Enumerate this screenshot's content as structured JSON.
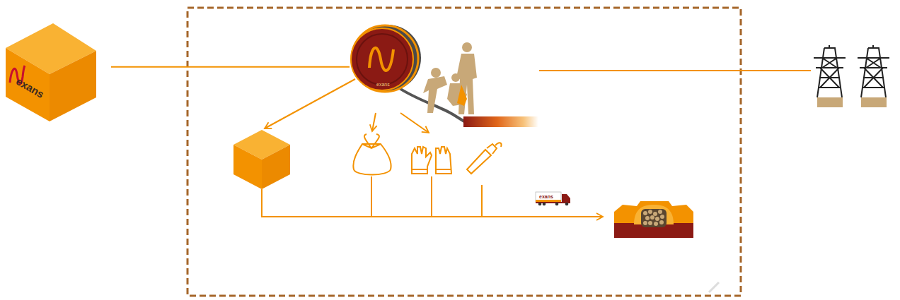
{
  "diagram": {
    "nodes": [
      {
        "text": [
          "exans"
        ]
      },
      {
        "text": [
          "exans"
        ]
      },
      {
        "text": [
          "exans"
        ]
      }
    ],
    "edges": [
      {
        "from": 0,
        "to": 1,
        "arrow": "none"
      }
    ]
  }
}
